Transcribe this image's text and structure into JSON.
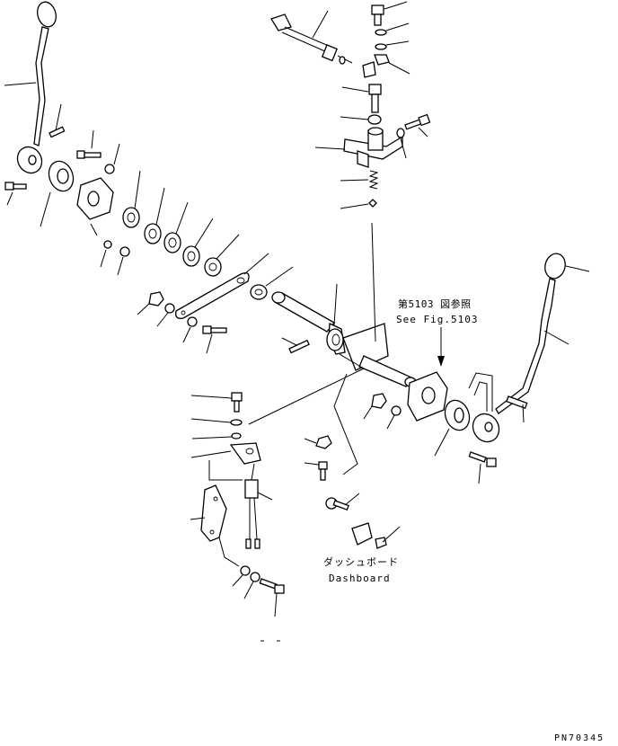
{
  "labels": {
    "see_fig_jp": "第5103 図参照",
    "see_fig_en": "See Fig.5103",
    "dashboard_jp": "ダッシュボード",
    "dashboard_en": "Dashboard",
    "part_number": "PN70345"
  },
  "colors": {
    "ink": "#000000",
    "paper": "#ffffff"
  }
}
